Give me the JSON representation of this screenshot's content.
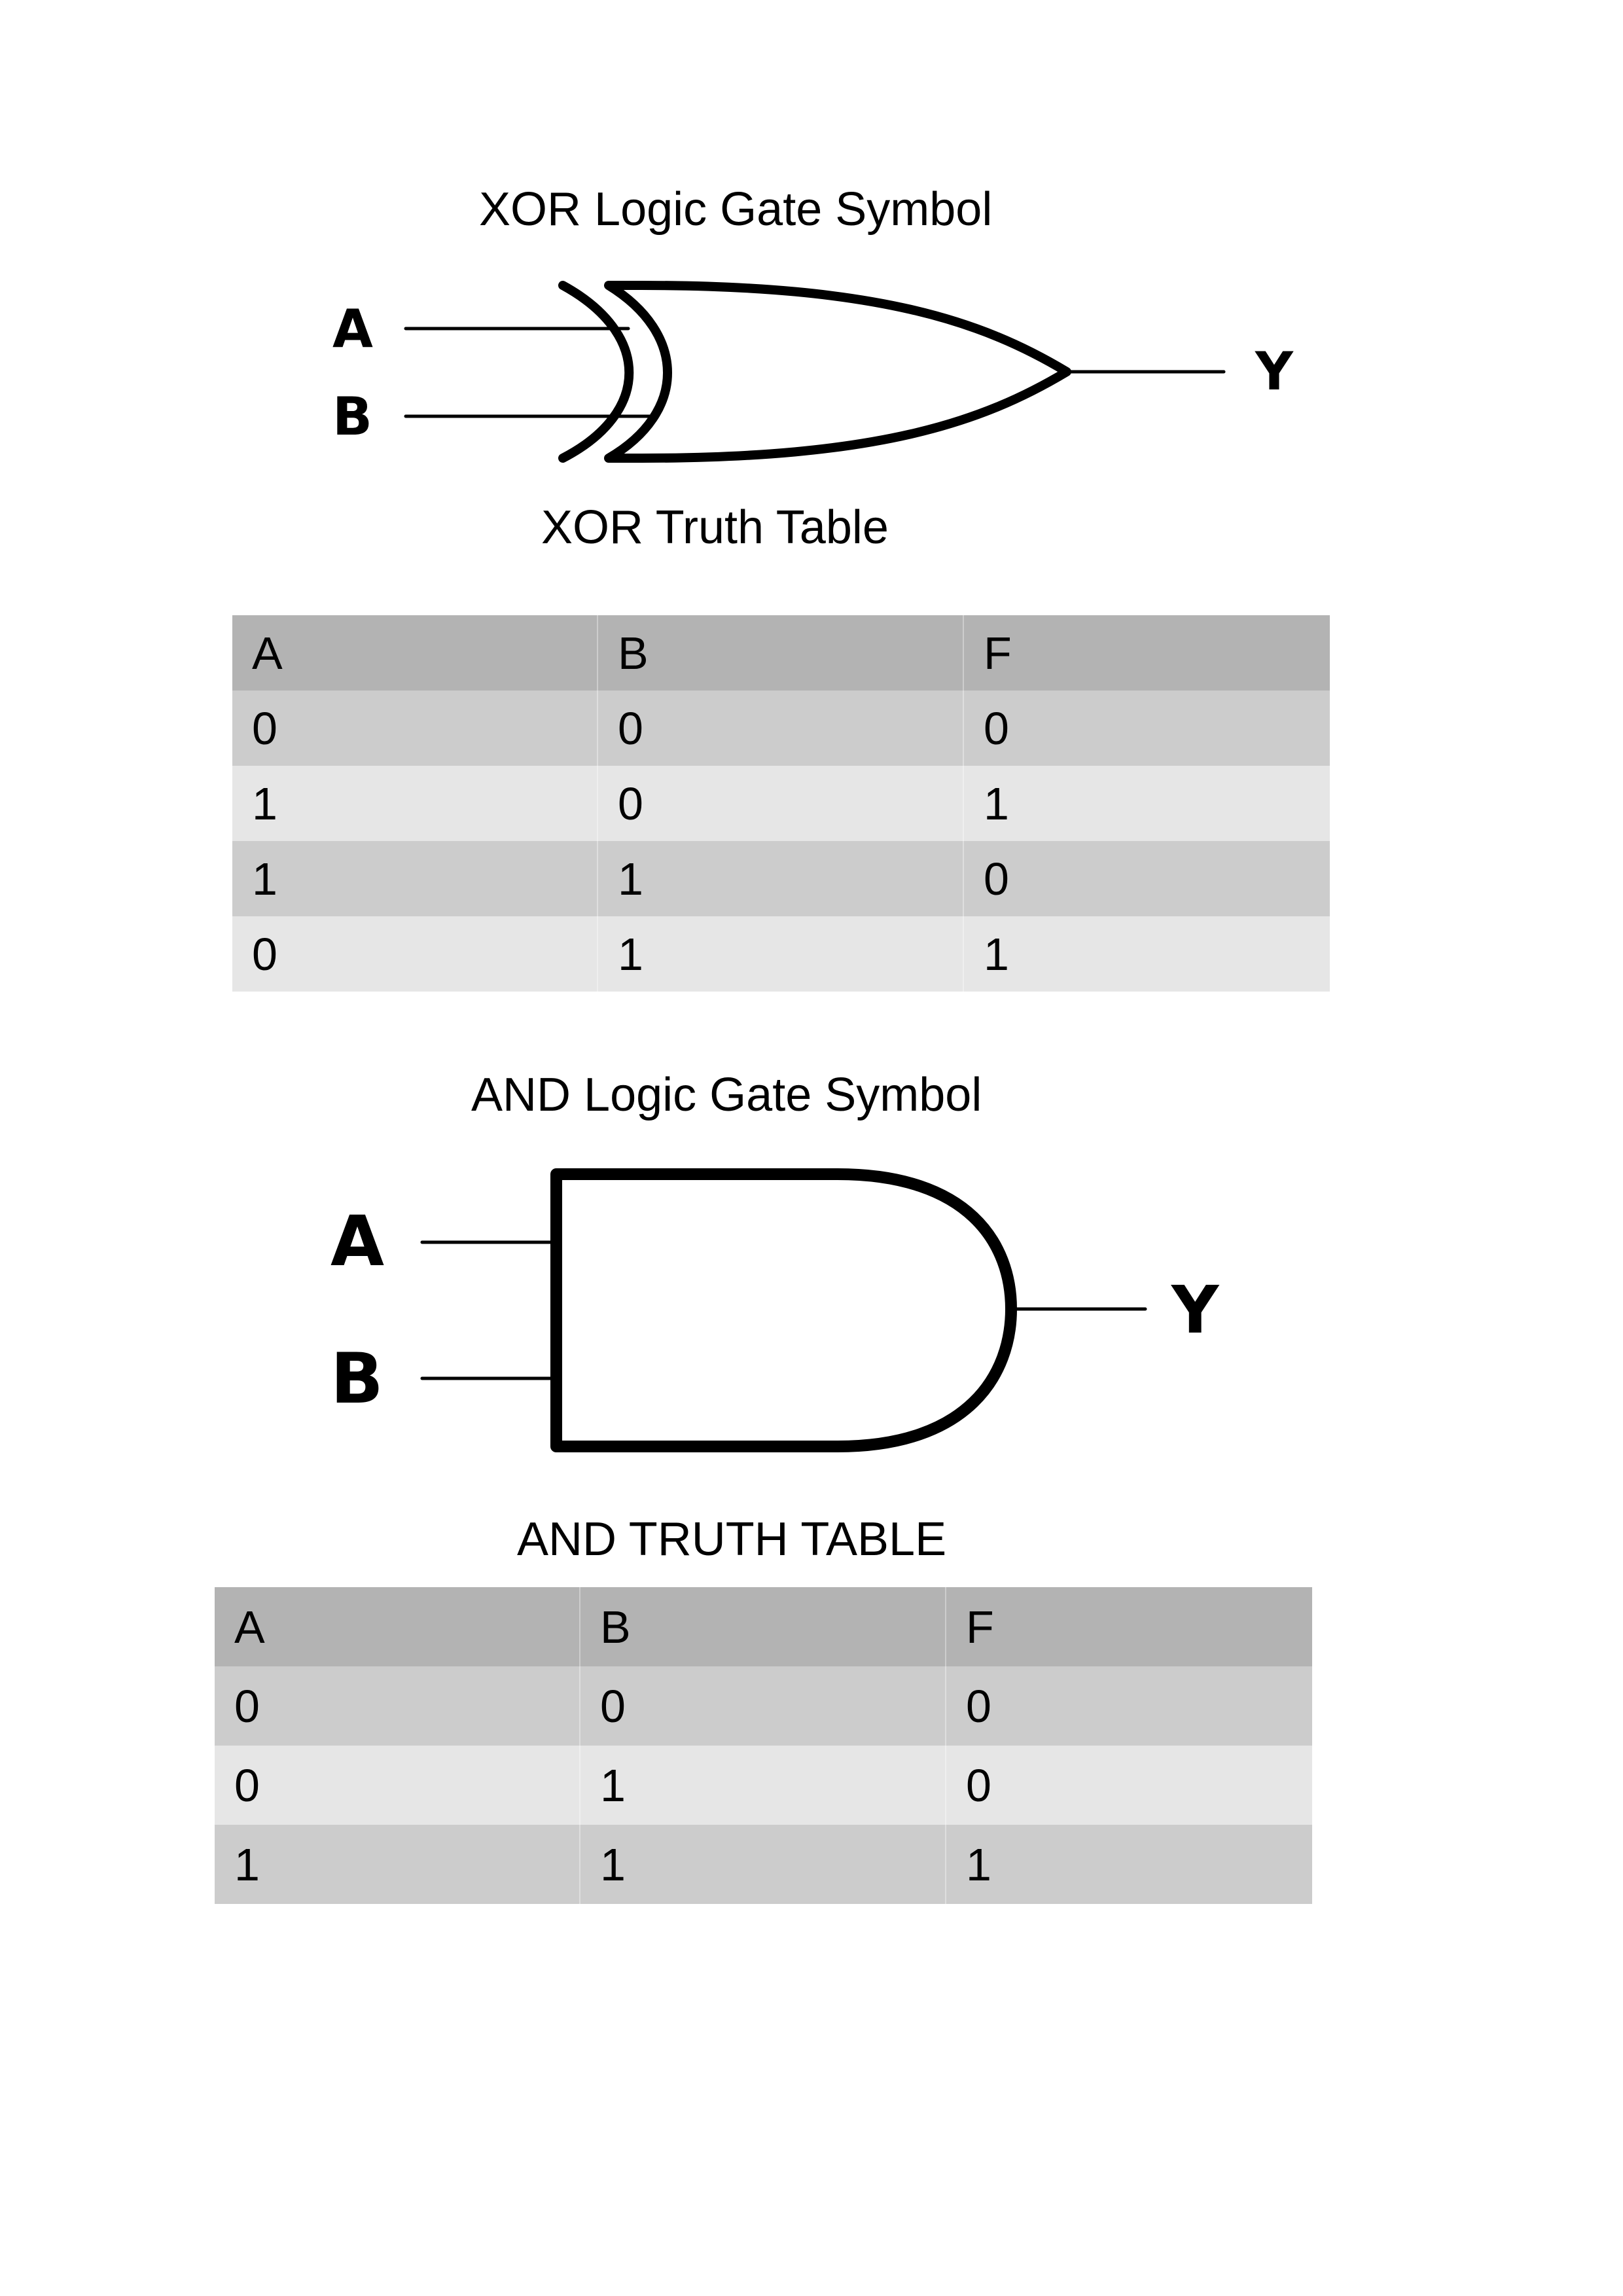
{
  "xor_section": {
    "gate_title": "XOR Logic Gate Symbol",
    "table_title": "XOR Truth Table",
    "symbol": {
      "inputs": [
        "A",
        "B"
      ],
      "output": "Y"
    },
    "table": {
      "headers": [
        "A",
        "B",
        "F"
      ],
      "rows": [
        [
          "0",
          "0",
          "0"
        ],
        [
          "1",
          "0",
          "1"
        ],
        [
          "1",
          "1",
          "0"
        ],
        [
          "0",
          "1",
          "1"
        ]
      ]
    }
  },
  "and_section": {
    "gate_title": "AND Logic Gate Symbol",
    "table_title": "AND TRUTH TABLE",
    "symbol": {
      "inputs": [
        "A",
        "B"
      ],
      "output": "Y"
    },
    "table": {
      "headers": [
        "A",
        "B",
        "F"
      ],
      "rows": [
        [
          "0",
          "0",
          "0"
        ],
        [
          "0",
          "1",
          "0"
        ],
        [
          "1",
          "1",
          "1"
        ]
      ]
    }
  }
}
